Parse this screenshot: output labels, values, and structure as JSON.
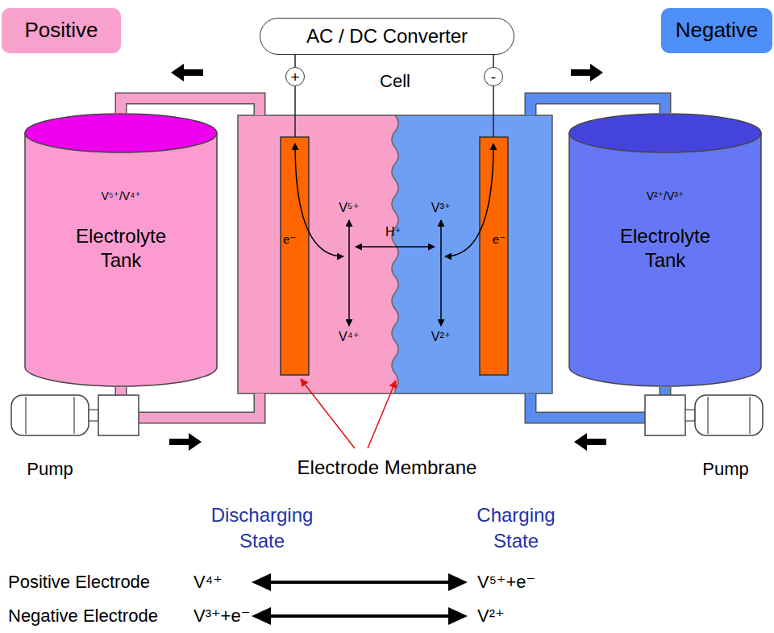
{
  "diagram": {
    "nodes": [
      {
        "text": [
          "Positive"
        ]
      },
      {
        "text": [
          "AC / DC Converter"
        ]
      },
      {
        "text": [
          "Negative"
        ]
      },
      {
        "text": [
          "+"
        ]
      },
      {
        "text": [
          "-"
        ]
      },
      {
        "text": [
          "V⁵⁺/V⁴⁺",
          "Electrolyte Tank"
        ]
      },
      {
        "text": [
          "Cell"
        ]
      },
      {
        "text": [
          "e⁻"
        ],
        "in": 6
      },
      {
        "text": [
          "e⁻"
        ],
        "in": 6
      },
      {
        "text": [
          "V²⁺/V³⁺",
          "Electrolyte Tank"
        ]
      }
    ],
    "edges": [
      {
        "from": 1,
        "to": 3,
        "arrow": "none"
      },
      {
        "from": 1,
        "to": 4,
        "arrow": "none"
      },
      {
        "from": 3,
        "to": 7,
        "arrow": "none"
      },
      {
        "from": 4,
        "to": 8,
        "arrow": "none"
      },
      {
        "from": 5,
        "to": 6,
        "arrow": "none"
      },
      {
        "from": 5,
        "to": 6,
        "arrow": "none"
      },
      {
        "from": 9,
        "to": 6,
        "arrow": "none"
      },
      {
        "from": 9,
        "to": 6,
        "arrow": "none"
      }
    ],
    "labels": [
      "V⁵⁺",
      "V⁴⁺",
      "H⁺",
      "V³⁺",
      "V²⁺",
      "Pump",
      "Electrode Membrane",
      "Pump",
      "Discharging State",
      "Charging State",
      "Positive Electrode",
      "V⁴⁺",
      "V⁵⁺+e⁻",
      "Negative Electrode",
      "V³⁺+e⁻",
      "V²⁺"
    ]
  }
}
